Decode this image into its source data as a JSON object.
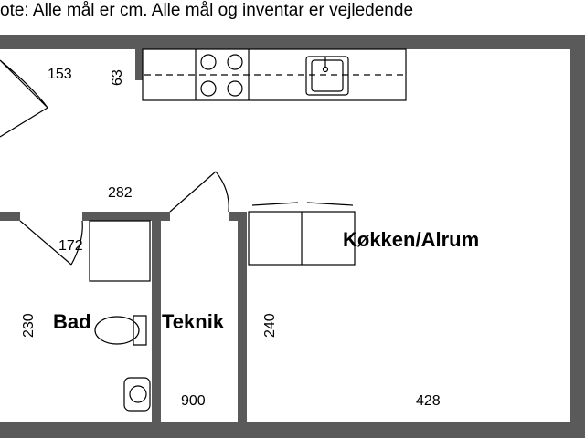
{
  "note": "ote: Alle mål er cm. Alle mål og inventar er vejledende",
  "rooms": {
    "bad": "Bad",
    "teknik": "Teknik",
    "kokken": "Køkken/Alrum"
  },
  "dimensions": {
    "d153": "153",
    "d63": "63",
    "d282": "282",
    "d172": "172",
    "d230": "230",
    "d240": "240",
    "d900": "900",
    "d428": "428"
  },
  "colors": {
    "wall": "#5a5a5a",
    "line": "#000000",
    "background": "#ffffff"
  }
}
